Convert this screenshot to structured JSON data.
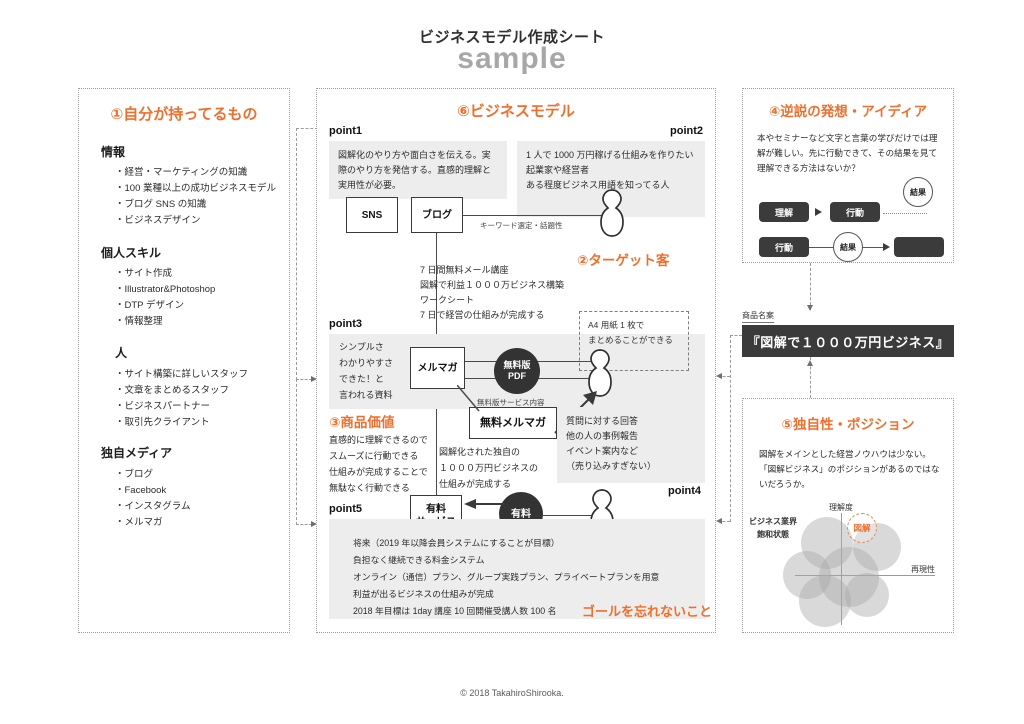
{
  "header": {
    "title": "ビジネスモデル作成シート",
    "sample": "sample"
  },
  "footer": {
    "copyright": "© 2018 TakahiroShirooka."
  },
  "left_panel": {
    "title": "①自分が持ってるもの",
    "groups": [
      {
        "heading": "情報",
        "items": [
          "・経営・マーケティングの知識",
          "・100 業種以上の成功ビジネスモデル",
          "・ブログ SNS の知識",
          "・ビジネスデザイン"
        ]
      },
      {
        "heading": "個人スキル",
        "items": [
          "・サイト作成",
          "・Illustrator&Photoshop",
          "・DTP デザイン",
          "・情報整理"
        ]
      },
      {
        "heading": "人",
        "items": [
          "・サイト構築に詳しいスタッフ",
          "・文章をまとめるスタッフ",
          "・ビジネスパートナー",
          "・取引先クライアント"
        ]
      },
      {
        "heading": "独自メディア",
        "items": [
          "・ブログ",
          "・Facebook",
          "・インスタグラム",
          "・メルマガ"
        ]
      }
    ]
  },
  "center_panel": {
    "title": "⑥ビジネスモデル",
    "point1_label": "point1",
    "point2_label": "point2",
    "point3_label": "point3",
    "point4_label": "point4",
    "point5_label": "point5",
    "point1_text": "図解化のやり方や面白さを伝える。実際のやり方を発信する。直感的理解と実用性が必要。",
    "point2_text": "1 人で 1000 万円稼げる仕組みを作りたい起業家や経営者\nある程度ビジネス用語を知ってる人",
    "point3_text": "シンプルさ\nわかりやすさ\nできた！と\n言われる資料",
    "point4_text": "質問に対する回答\n他の人の事例報告\nイベント案内など\n（売り込みすぎない）",
    "point5_text": "将来（2019 年以降会員システムにすることが目標）\n負担なく継続できる料金システム\nオンライン（通信）プラン、グループ実践プラン、プライベートプランを用意\n利益が出るビジネスの仕組みが完成\n2018 年目標は 1day 講座 10 回開催受講人数 100 名",
    "nodes": {
      "sns": "SNS",
      "blog": "ブログ",
      "merumaga": "メルマガ",
      "free_pdf": "無料版\nPDF",
      "free_mail": "無料メルマガ",
      "paid_service": "有料\nサービス",
      "paid": "有料"
    },
    "captions": {
      "keyword": "キーワード選定・話題性",
      "free_service_content": "無料版サービス内容"
    },
    "mail_course_text": "7 日間無料メール講座\n図解で利益１０００万ビジネス構築\nワークシート\n7 日で経営の仕組みが完成する",
    "a4_note": "A4 用紙 1 枚で\nまとめることができる",
    "target_title": "②ターゲット客",
    "value_title": "③商品価値",
    "value_text": "直感的に理解できるので\nスムーズに行動できる\n仕組みが完成することで\n無駄なく行動できる",
    "unique_text": "図解化された独自の\n１０００万円ビジネスの\n仕組みが完成する",
    "goal_note": "ゴールを忘れないこと"
  },
  "right_top": {
    "title": "④逆説の発想・アイディア",
    "body": "本やセミナーなど文字と言葉の学びだけでは理解が難しい。先に行動できて、その結果を見て理解できる方法はないか？",
    "row1": {
      "a": "理解",
      "b": "行動",
      "result": "結果"
    },
    "row2": {
      "a": "行動",
      "result": "結果",
      "b": ""
    }
  },
  "product_name": {
    "label": "商品名案",
    "value": "『図解で１０００万円ビジネス』"
  },
  "right_bottom": {
    "title": "⑤独自性・ポジション",
    "body": "図解をメインとした経営ノウハウは少ない。「図解ビジネス」のポジションがあるのではないだろうか。",
    "chart_data": {
      "type": "scatter",
      "title": "",
      "xlabel": "再現性",
      "ylabel": "理解度",
      "annotation": "ビジネス業界\n飽和状態",
      "highlight_label": "図解",
      "points": [
        {
          "x": -0.15,
          "y": 0.55,
          "r": 26,
          "color": "#aaaaaa"
        },
        {
          "x": 0.55,
          "y": 0.45,
          "r": 24,
          "color": "#aaaaaa"
        },
        {
          "x": 0.2,
          "y": 0.05,
          "r": 30,
          "color": "#aaaaaa"
        },
        {
          "x": -0.35,
          "y": -0.1,
          "r": 24,
          "color": "#aaaaaa"
        },
        {
          "x": -0.1,
          "y": -0.45,
          "r": 26,
          "color": "#aaaaaa"
        },
        {
          "x": 0.4,
          "y": -0.4,
          "r": 22,
          "color": "#aaaaaa"
        }
      ],
      "highlight": {
        "x": 0.22,
        "y": 0.62,
        "r": 15,
        "color": "#ee6f2d"
      }
    }
  },
  "colors": {
    "accent": "#ee6f2d",
    "dark": "#3b3b3b",
    "panel_bg": "#ededed",
    "sample_gray": "#a7a7a7"
  }
}
